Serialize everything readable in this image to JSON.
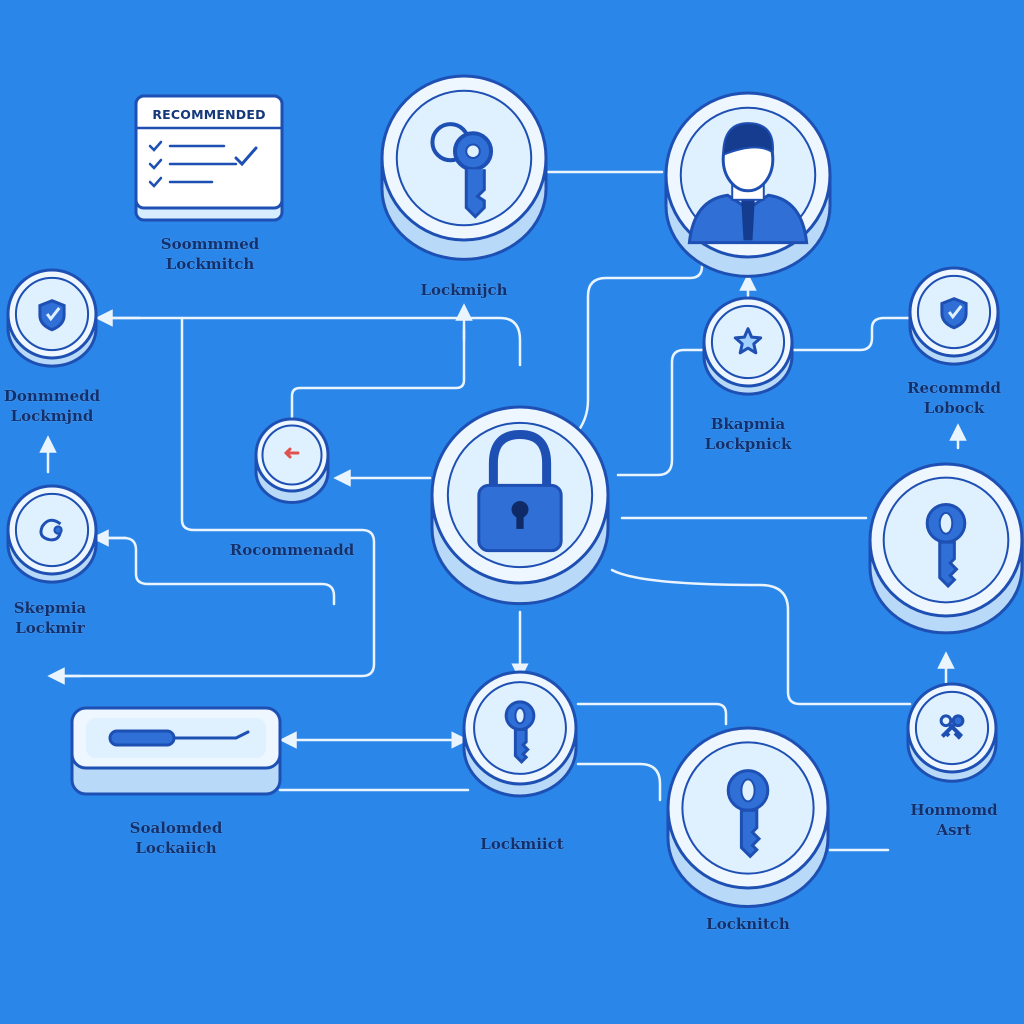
{
  "colors": {
    "background": "#2a86e8",
    "node_face": "#dff0ff",
    "node_ring": "#eef7ff",
    "node_base": "#b8daf8",
    "outline": "#1e4fb3",
    "icon_fill": "#2f6fd6",
    "connector": "#eaf4ff",
    "label_text": "#12306e",
    "accent_red": "#e0524e"
  },
  "card": {
    "title": "RECOMMENDED",
    "label_line1": "Soommmed",
    "label_line2": "Lockmitch"
  },
  "nodes": {
    "keys_top": {
      "icon": "key-pair-icon",
      "label_line1": "Lockmijch"
    },
    "person": {
      "icon": "person-icon"
    },
    "shield_left": {
      "icon": "shield-check-icon",
      "label_line1": "Donmmedd",
      "label_line2": "Lockmjnd"
    },
    "star": {
      "icon": "star-icon",
      "label_line1": "Bkapmia",
      "label_line2": "Lockpnick"
    },
    "shield_right": {
      "icon": "shield-check-icon",
      "label_line1": "Recommdd",
      "label_line2": "Lobock"
    },
    "back_button": {
      "icon": "back-arrow-icon",
      "label_line1": "Rocommenadd"
    },
    "padlock_center": {
      "icon": "padlock-icon"
    },
    "swirl_left": {
      "icon": "swirl-icon",
      "label_line1": "Skepmia",
      "label_line2": "Lockmir"
    },
    "key_right": {
      "icon": "key-icon"
    },
    "pick_bar": {
      "icon": "lockpick-icon",
      "label_line1": "Soalomded",
      "label_line2": "Lockaiich"
    },
    "key_small": {
      "icon": "key-icon",
      "label_line1": "Lockmiict"
    },
    "key_bottom": {
      "icon": "key-icon",
      "label_line1": "Locknitch"
    },
    "keys_cross": {
      "icon": "crossed-keys-icon",
      "label_line1": "Honmomd",
      "label_line2": "Asrt"
    }
  }
}
